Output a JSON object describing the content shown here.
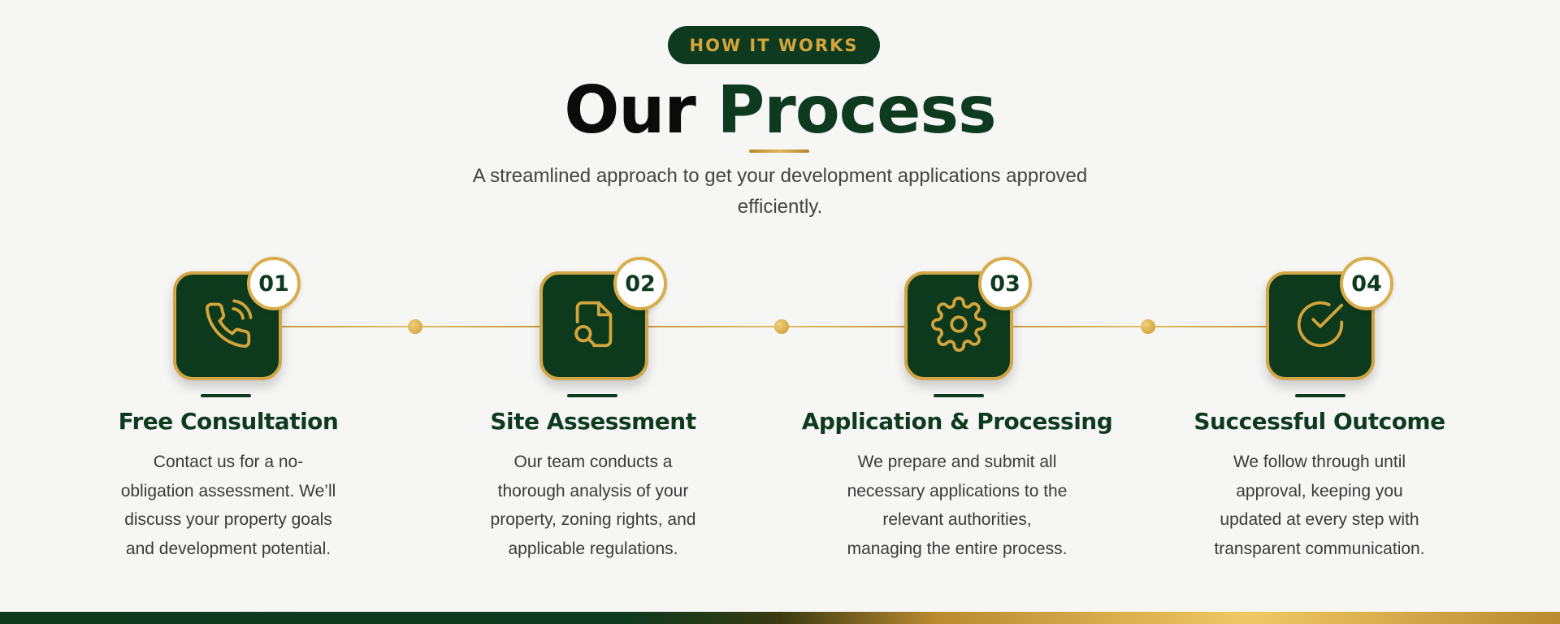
{
  "header": {
    "badge": "HOW IT WORKS",
    "title_part1": "Our",
    "title_part2": "Process",
    "subtitle": "A streamlined approach to get your development applications approved efficiently."
  },
  "colors": {
    "primary_green": "#0e3a1f",
    "gold": "#d2a647",
    "background": "#f6f6f5"
  },
  "steps": [
    {
      "number": "01",
      "icon": "phone-icon",
      "title": "Free Consultation",
      "description": "Contact us for a no-obligation assessment. We’ll discuss your property goals and development potential."
    },
    {
      "number": "02",
      "icon": "document-search-icon",
      "title": "Site Assessment",
      "description": "Our team conducts a thorough analysis of your property, zoning rights, and applicable regulations."
    },
    {
      "number": "03",
      "icon": "gear-icon",
      "title": "Application & Processing",
      "description": "We prepare and submit all necessary applications to the relevant authorities, managing the entire process."
    },
    {
      "number": "04",
      "icon": "check-circle-icon",
      "title": "Successful Outcome",
      "description": "We follow through until approval, keeping you updated at every step with transparent communication."
    }
  ]
}
